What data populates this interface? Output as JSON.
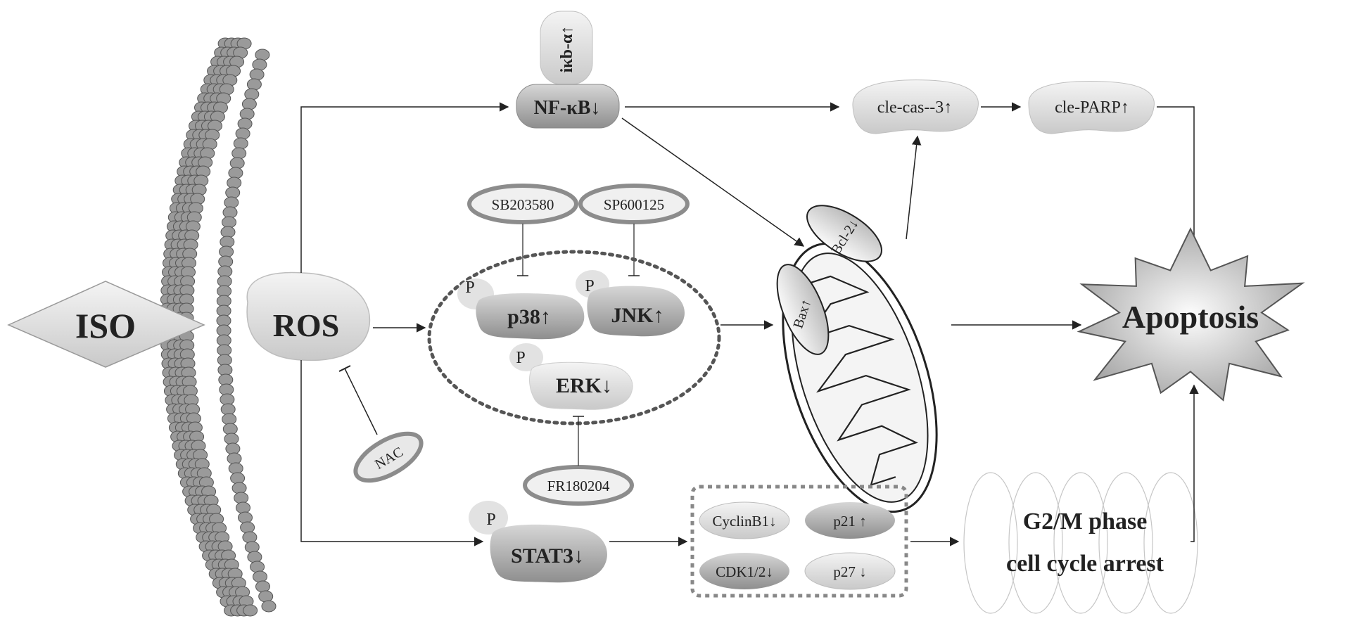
{
  "nodes": {
    "iso": "ISO",
    "ros": "ROS",
    "nac": "NAC",
    "ikb": "iκb-α↑",
    "nfkb": "NF-κB↓",
    "sb": "SB203580",
    "sp": "SP600125",
    "fr": "FR180204",
    "p": "P",
    "p38": "p38↑",
    "jnk": "JNK↑",
    "erk": "ERK↓",
    "stat3": "STAT3↓",
    "cas3": "cle-cas--3↑",
    "parp": "cle-PARP↑",
    "bax": "Bax↑",
    "bcl2": "Bcl-2↓",
    "apoptosis": "Apoptosis",
    "cyclinb1": "CyclinB1↓",
    "p21": "p21 ↑",
    "cdk": "CDK1/2↓",
    "p27": "p27 ↓",
    "g2m_1": "G2/M phase",
    "g2m_2": "cell cycle arrest"
  },
  "colors": {
    "line": "#222222",
    "bead": "#9a9a9a",
    "shape_light": "#e6e6e6",
    "shape_dark": "#a8a8a8",
    "ring": "#8c8c8c"
  }
}
